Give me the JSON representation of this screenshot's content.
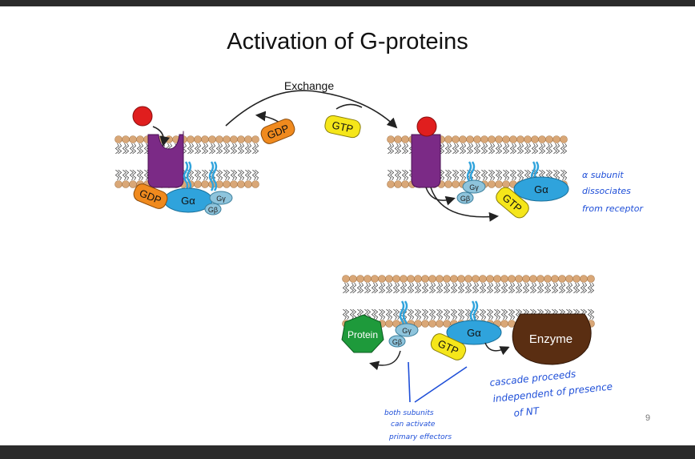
{
  "slide": {
    "title": "Activation of G-proteins",
    "page_number": "9"
  },
  "diagram": {
    "exchange_label": "Exchange",
    "gdp_label": "GDP",
    "gtp_label": "GTP",
    "g_alpha": "Gα",
    "g_beta": "Gβ",
    "g_gamma": "Gγ",
    "protein_label": "Protein",
    "enzyme_label": "Enzyme"
  },
  "annotations": {
    "alpha_note": [
      "α subunit",
      "dissociates",
      "from receptor"
    ],
    "cascade_note": [
      "cascade proceeds",
      "independent of presence",
      "of NT"
    ],
    "subunits_note": [
      "both subunits",
      "can activate",
      "primary effectors"
    ]
  },
  "colors": {
    "ligand": "#e01e1e",
    "receptor": "#7b2a86",
    "g_alpha": "#2fa3dc",
    "beta_gamma": "#8ec4dc",
    "gdp": "#f08a1e",
    "gtp": "#f5e61a",
    "protein": "#1e9a3b",
    "enzyme": "#5a2e12",
    "lipid_head": "#d9a777",
    "handwriting": "#1f4fd8"
  }
}
